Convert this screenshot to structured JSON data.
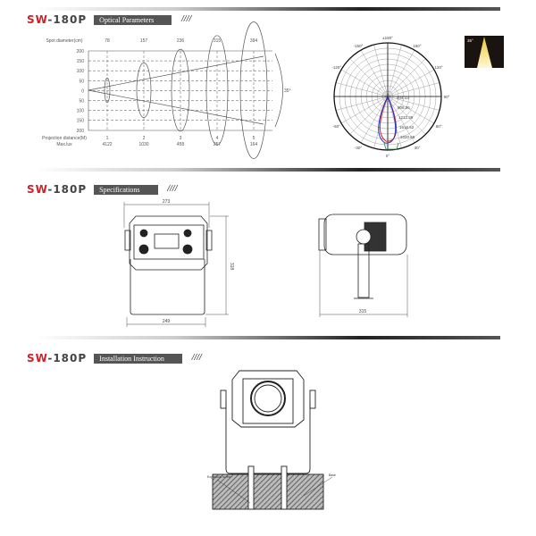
{
  "sections": [
    {
      "model_prefix": "SW",
      "model_suffix": "-180P",
      "title": "Optical Parameters"
    },
    {
      "model_prefix": "SW",
      "model_suffix": "-180P",
      "title": "Specifications"
    },
    {
      "model_prefix": "SW",
      "model_suffix": "-180P",
      "title": "Installation Instruction"
    }
  ],
  "optical": {
    "spot_label": "Spot diameter(cm)",
    "spot_values": [
      "78",
      "157",
      "236",
      "315",
      "394"
    ],
    "y_ticks": [
      "200",
      "150",
      "100",
      "50",
      "0",
      "50",
      "100",
      "150",
      "200"
    ],
    "distance_label": "Projection distance(M)",
    "distances": [
      "1",
      "2",
      "3",
      "4",
      "5"
    ],
    "lux_label": "Max.lux",
    "lux_values": [
      "4122",
      "1030",
      "458",
      "257",
      "164"
    ],
    "beam_angle": "35°"
  },
  "polar": {
    "angle_labels": [
      "±180°",
      "-150°",
      "150°",
      "-120°",
      "120°",
      "90°",
      "-60°",
      "60°",
      "-30°",
      "30°",
      "0°"
    ],
    "radial_labels": [
      "404.13",
      "808.26",
      "1212.39",
      "1616.52",
      "2020.65"
    ],
    "series_colors": [
      "#d02030",
      "#2030c0",
      "#209040"
    ]
  },
  "beam_icon": {
    "label": "35°"
  },
  "specs": {
    "front_width": "273",
    "front_height": "318",
    "base_width": "249",
    "side_width": "315"
  },
  "install": {
    "left_label": "Expansion screw",
    "right_label": "Base"
  }
}
